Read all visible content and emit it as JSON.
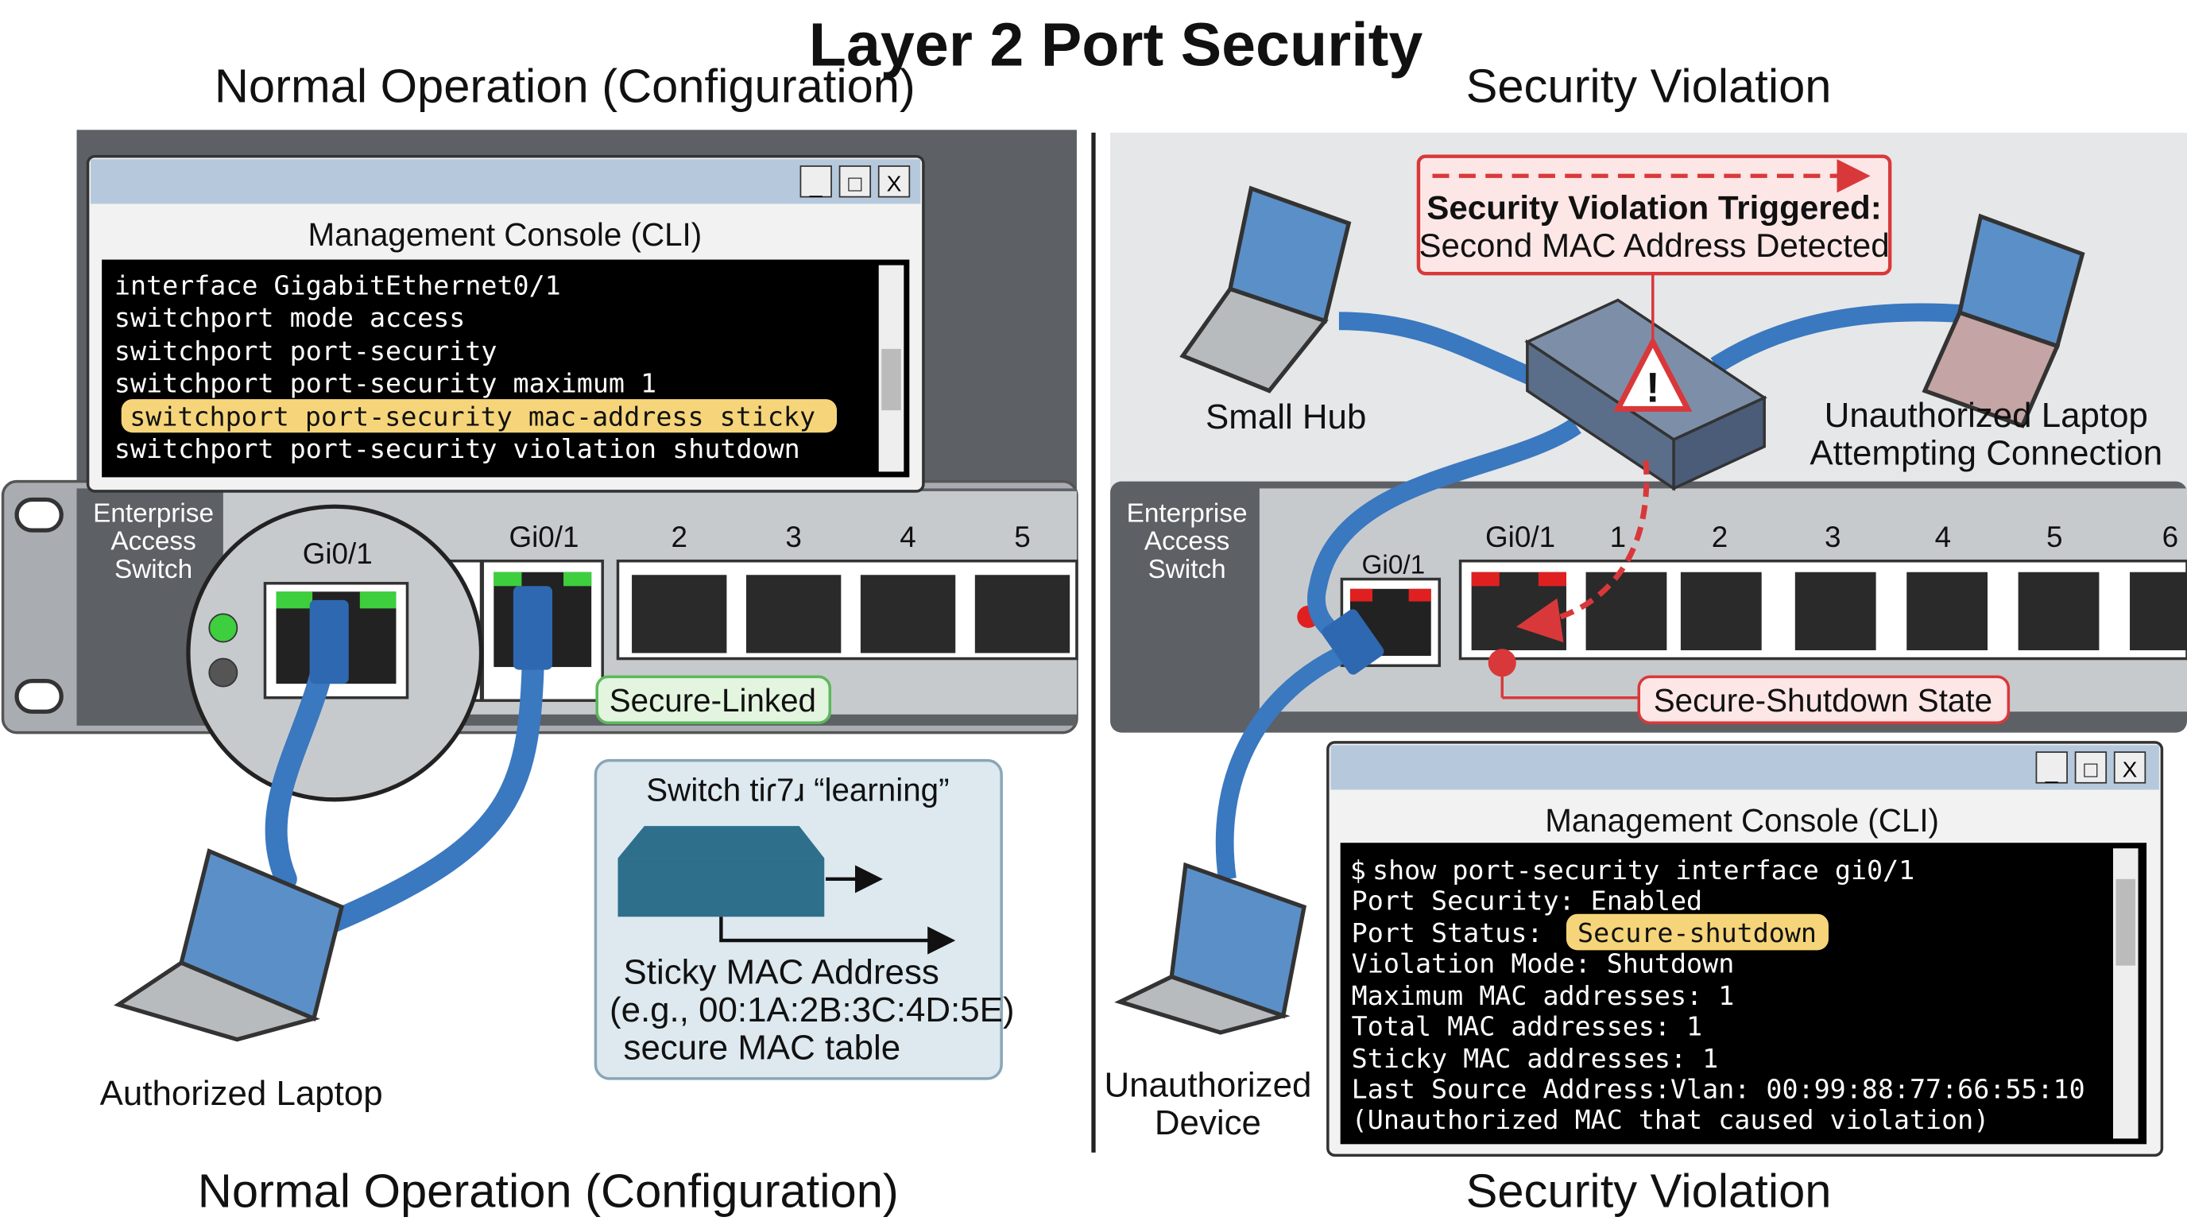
{
  "title": "Layer 2 Port Security",
  "left": {
    "heading": "Normal Operation (Configuration)",
    "caption": "Normal Operation (Configuration)",
    "console": {
      "title": "Management Console (CLI)",
      "buttons": [
        "_",
        "□",
        "X"
      ],
      "lines": [
        "interface GigabitEthernet0/1",
        " switchport mode access",
        " switchport port-security",
        " switchport port-security maximum 1",
        "switchport port-security mac-address sticky",
        " switchport port-security violation shutdown"
      ],
      "highlighted_line": 4
    },
    "switch": {
      "label": [
        "Enterprise",
        "Access",
        "Switch"
      ],
      "zoom_port": "Gi0/1",
      "ports": [
        "Gi0/1",
        "2",
        "3",
        "4",
        "5"
      ],
      "status": "Secure-Linked",
      "status_color": "#5cb85c"
    },
    "learning_box": {
      "title": "Switch tiɾ7ɹ “learning”",
      "lines": [
        "Sticky MAC Address",
        "(e.g., 00:1A:2B:3C:4D:5E)",
        "secure MAC table"
      ]
    },
    "laptop_label": "Authorized Laptop"
  },
  "right": {
    "heading": "Security Violation",
    "caption": "Security Violation",
    "alert": {
      "title": "Security Violation Triggered:",
      "subtitle": "Second MAC Address Detected",
      "color": "#d9383a"
    },
    "hub_label": "Small Hub",
    "unauth_laptop_label": [
      "Unauthorized Laptop",
      "Attempting Connection"
    ],
    "unauth_device_label": [
      "Unauthorized",
      "Device"
    ],
    "switch": {
      "label": [
        "Enterprise",
        "Access",
        "Switch"
      ],
      "zoom_port": "Gi0/1",
      "ports": [
        "Gi0/1",
        "1",
        "2",
        "3",
        "4",
        "5",
        "6"
      ],
      "status": "Secure-Shutdown State",
      "status_color": "#d9383a"
    },
    "console": {
      "title": "Management Console (CLI)",
      "buttons": [
        "_",
        "□",
        "X"
      ],
      "prompt": "$",
      "command": "show port-security interface gi0/1",
      "lines": [
        "Port Security: Enabled",
        "Port Status: ",
        "Violation Mode: Shutdown",
        "Maximum MAC addresses: 1",
        "Total MAC addresses: 1",
        "Sticky MAC addresses: 1",
        "Last Source Address:Vlan: 00:99:88:77:66:55:10",
        "(Unauthorized MAC that caused violation)"
      ],
      "status_value": "Secure-shutdown"
    }
  },
  "colors": {
    "cable": "#3a78c0",
    "highlight": "#f6d57a",
    "link_led": "#3ecf3e",
    "fault_led": "#e02020"
  }
}
